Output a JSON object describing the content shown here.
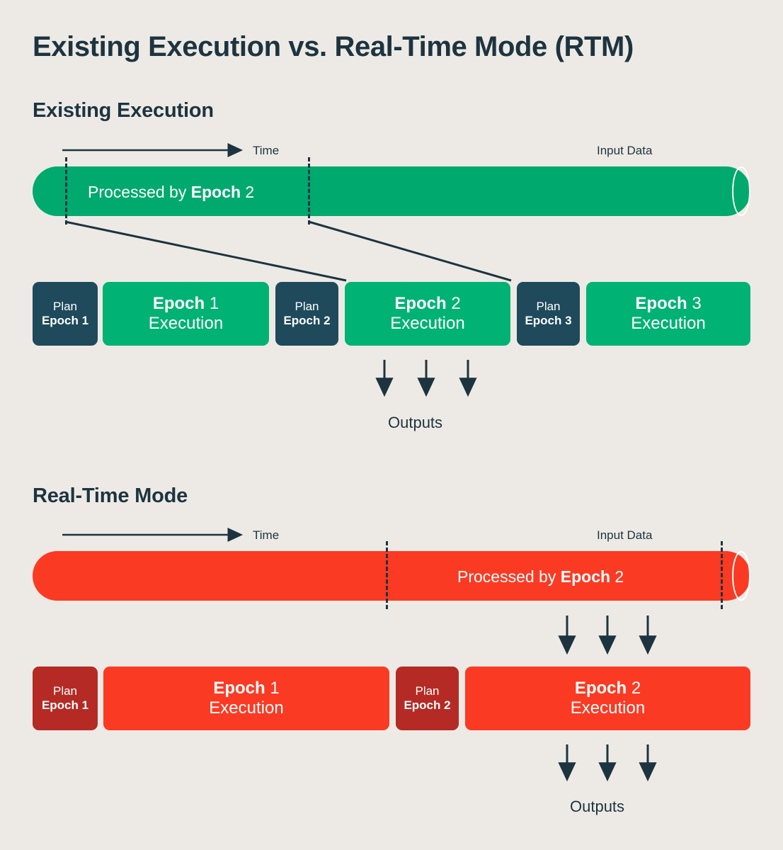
{
  "page": {
    "title": "Existing Execution vs. Real-Time Mode (RTM)",
    "background_color": "#edeae5",
    "text_color": "#1d3440"
  },
  "colors": {
    "green_pipe": "#00a96e",
    "green_exec": "#00b273",
    "navy_plan": "#1e4a5c",
    "red_pipe": "#fb3a23",
    "red_exec": "#fb3a23",
    "dark_red_plan": "#b52a24",
    "ink": "#1d3440"
  },
  "sections": [
    {
      "id": "existing",
      "heading": "Existing Execution",
      "time_axis_label": "Time",
      "input_data_label": "Input Data",
      "pipe": {
        "processed_prefix": "Processed by ",
        "processed_emphasis": "Epoch",
        "processed_suffix": " 2"
      },
      "blocks": [
        {
          "kind": "plan",
          "line1": "Plan",
          "line2": "Epoch 1"
        },
        {
          "kind": "exec",
          "line1": "Epoch",
          "num": " 1",
          "line2": "Execution"
        },
        {
          "kind": "plan",
          "line1": "Plan",
          "line2": "Epoch 2"
        },
        {
          "kind": "exec",
          "line1": "Epoch",
          "num": " 2",
          "line2": "Execution"
        },
        {
          "kind": "plan",
          "line1": "Plan",
          "line2": "Epoch 3"
        },
        {
          "kind": "exec",
          "line1": "Epoch",
          "num": " 3",
          "line2": "Execution"
        }
      ],
      "outputs_label": "Outputs",
      "outputs_arrow_count": 3
    },
    {
      "id": "rtm",
      "heading": "Real-Time Mode",
      "time_axis_label": "Time",
      "input_data_label": "Input Data",
      "pipe": {
        "processed_prefix": "Processed by ",
        "processed_emphasis": "Epoch",
        "processed_suffix": " 2"
      },
      "ingest_arrow_count": 3,
      "blocks": [
        {
          "kind": "plan",
          "line1": "Plan",
          "line2": "Epoch 1"
        },
        {
          "kind": "exec",
          "line1": "Epoch",
          "num": " 1",
          "line2": "Execution"
        },
        {
          "kind": "plan",
          "line1": "Plan",
          "line2": "Epoch 2"
        },
        {
          "kind": "exec",
          "line1": "Epoch",
          "num": " 2",
          "line2": "Execution"
        }
      ],
      "outputs_label": "Outputs",
      "outputs_arrow_count": 3
    }
  ]
}
